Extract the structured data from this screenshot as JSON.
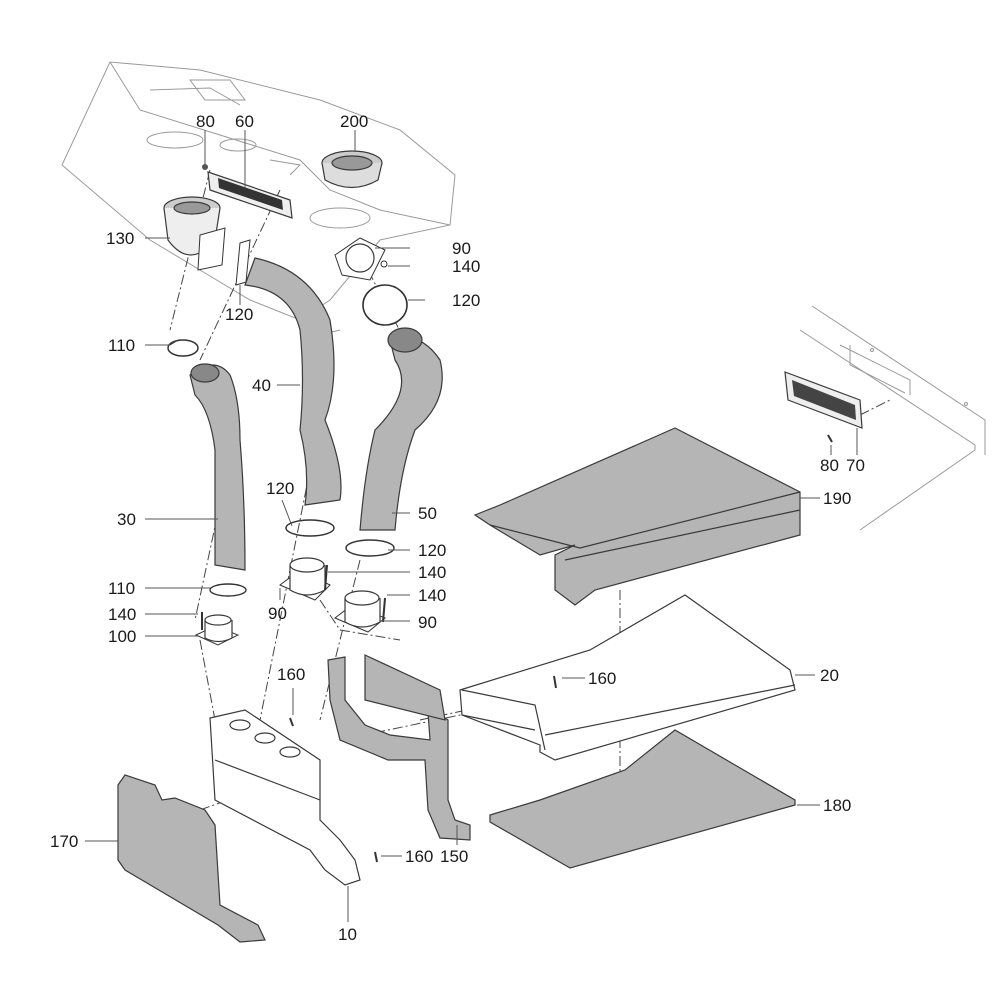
{
  "diagram": {
    "type": "exploded-parts-view",
    "colors": {
      "part_fill": "#b5b5b5",
      "part_stroke": "#3a3a3a",
      "context_outline": "#9a9a9a",
      "background": "#ffffff"
    },
    "callouts": [
      {
        "id": "c-80-top",
        "label": "80"
      },
      {
        "id": "c-60",
        "label": "60"
      },
      {
        "id": "c-200",
        "label": "200"
      },
      {
        "id": "c-130",
        "label": "130"
      },
      {
        "id": "c-90-top",
        "label": "90"
      },
      {
        "id": "c-140-top",
        "label": "140"
      },
      {
        "id": "c-120-left",
        "label": "120"
      },
      {
        "id": "c-120-right",
        "label": "120"
      },
      {
        "id": "c-110-top",
        "label": "110"
      },
      {
        "id": "c-40",
        "label": "40"
      },
      {
        "id": "c-30",
        "label": "30"
      },
      {
        "id": "c-120-mid",
        "label": "120"
      },
      {
        "id": "c-50",
        "label": "50"
      },
      {
        "id": "c-120-lower",
        "label": "120"
      },
      {
        "id": "c-140-mid1",
        "label": "140"
      },
      {
        "id": "c-140-mid2",
        "label": "140"
      },
      {
        "id": "c-110-bottom",
        "label": "110"
      },
      {
        "id": "c-140-left",
        "label": "140"
      },
      {
        "id": "c-100",
        "label": "100"
      },
      {
        "id": "c-90-mid",
        "label": "90"
      },
      {
        "id": "c-90-right",
        "label": "90"
      },
      {
        "id": "c-160-top",
        "label": "160"
      },
      {
        "id": "c-160-right",
        "label": "160"
      },
      {
        "id": "c-20",
        "label": "20"
      },
      {
        "id": "c-190",
        "label": "190"
      },
      {
        "id": "c-80-right",
        "label": "80"
      },
      {
        "id": "c-70",
        "label": "70"
      },
      {
        "id": "c-180",
        "label": "180"
      },
      {
        "id": "c-170",
        "label": "170"
      },
      {
        "id": "c-160-bottom",
        "label": "160"
      },
      {
        "id": "c-150",
        "label": "150"
      },
      {
        "id": "c-10",
        "label": "10"
      }
    ]
  }
}
